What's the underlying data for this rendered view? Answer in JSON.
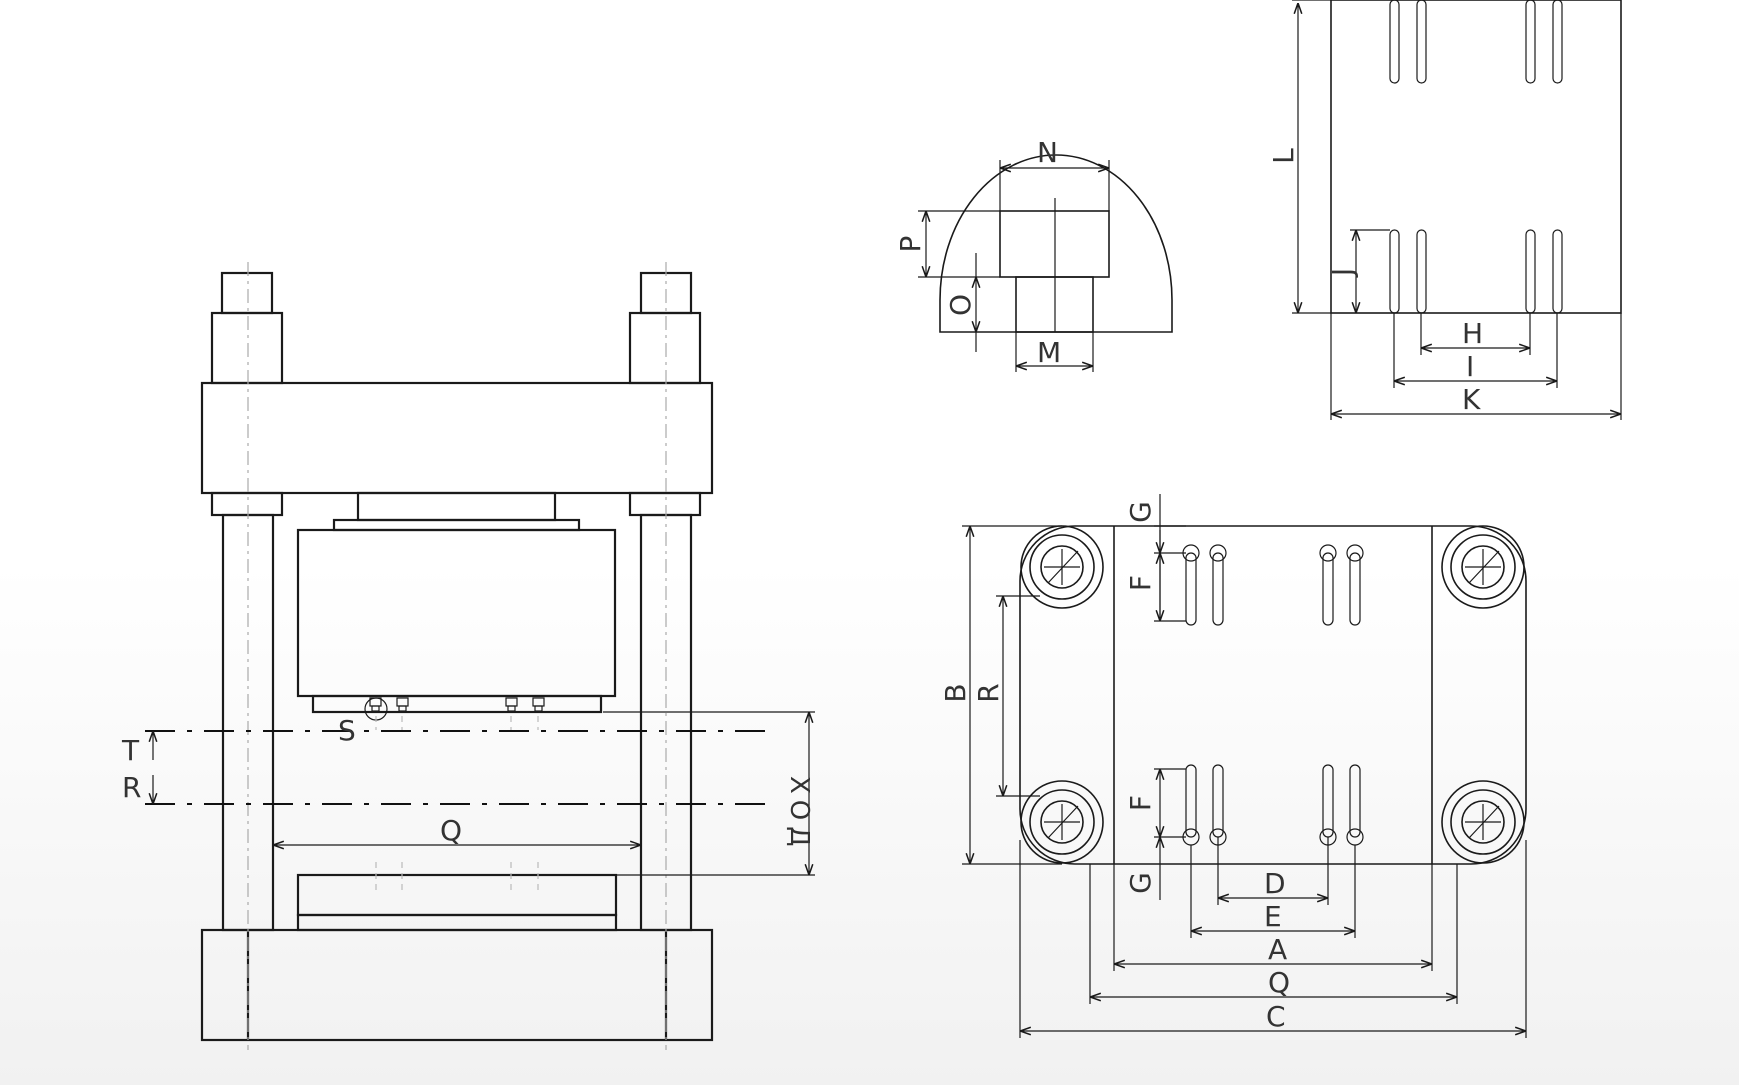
{
  "labels": {
    "A": "A",
    "B": "B",
    "C": "C",
    "D": "D",
    "E": "E",
    "F": "F",
    "G": "G",
    "H": "H",
    "I": "I",
    "J": "J",
    "K": "K",
    "L": "L",
    "M": "M",
    "N": "N",
    "O": "O",
    "P": "P",
    "Q": "Q",
    "R": "R",
    "S": "S",
    "T": "T",
    "stroke": "ХОД"
  },
  "colors": {
    "line": "#1a1a1a",
    "centerline": "#aaaaaa",
    "text": "#333333",
    "background": "#ffffff"
  }
}
